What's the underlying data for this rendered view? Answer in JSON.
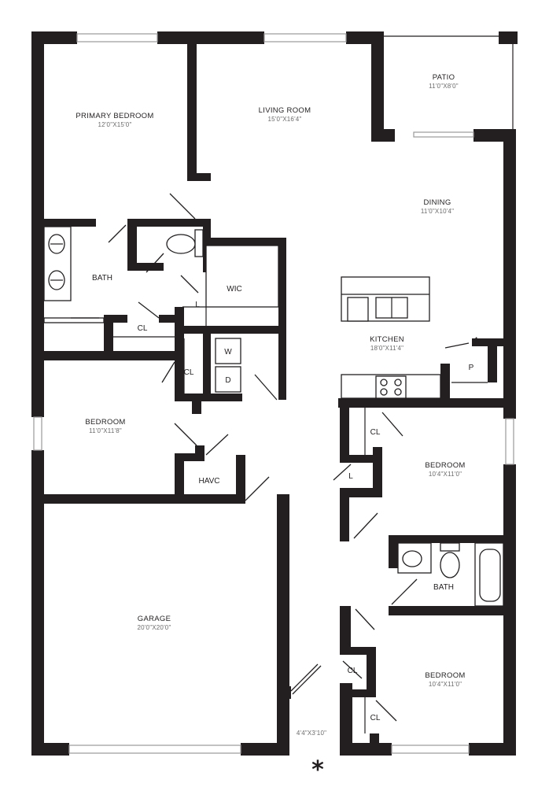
{
  "rooms": {
    "primary_bedroom": {
      "name": "PRIMARY BEDROOM",
      "dim": "12'0\"X15'0\""
    },
    "living_room": {
      "name": "LIVING ROOM",
      "dim": "15'0\"X16'4\""
    },
    "patio": {
      "name": "PATIO",
      "dim": "11'0\"X8'0\""
    },
    "dining": {
      "name": "DINING",
      "dim": "11'0\"X10'4\""
    },
    "kitchen": {
      "name": "KITCHEN",
      "dim": "18'0\"X11'4\""
    },
    "bedroom_left": {
      "name": "BEDROOM",
      "dim": "11'0\"X11'8\""
    },
    "bedroom_right_upper": {
      "name": "BEDROOM",
      "dim": "10'4\"X11'0\""
    },
    "bedroom_right_lower": {
      "name": "BEDROOM",
      "dim": "10'4\"X11'0\""
    },
    "garage": {
      "name": "GARAGE",
      "dim": "20'0\"X20'0\""
    },
    "entry": {
      "dim": "4'4\"X3'10\""
    }
  },
  "labels": {
    "bath_primary": "BATH",
    "wic": "WIC",
    "linen_primary": "L",
    "closet_primary": "CL",
    "closet_laundry": "CL",
    "washer": "W",
    "dryer": "D",
    "havc": "HAVC",
    "pantry": "P",
    "closet_bed_upper": "CL",
    "linen_hall": "L",
    "bath_hall": "BATH",
    "closet_bed_lower_1": "CL",
    "closet_bed_lower_2": "CL",
    "entry_marker": "*"
  },
  "colors": {
    "wall": "#231f20",
    "window": "#9a9a9a",
    "background": "#ffffff"
  }
}
